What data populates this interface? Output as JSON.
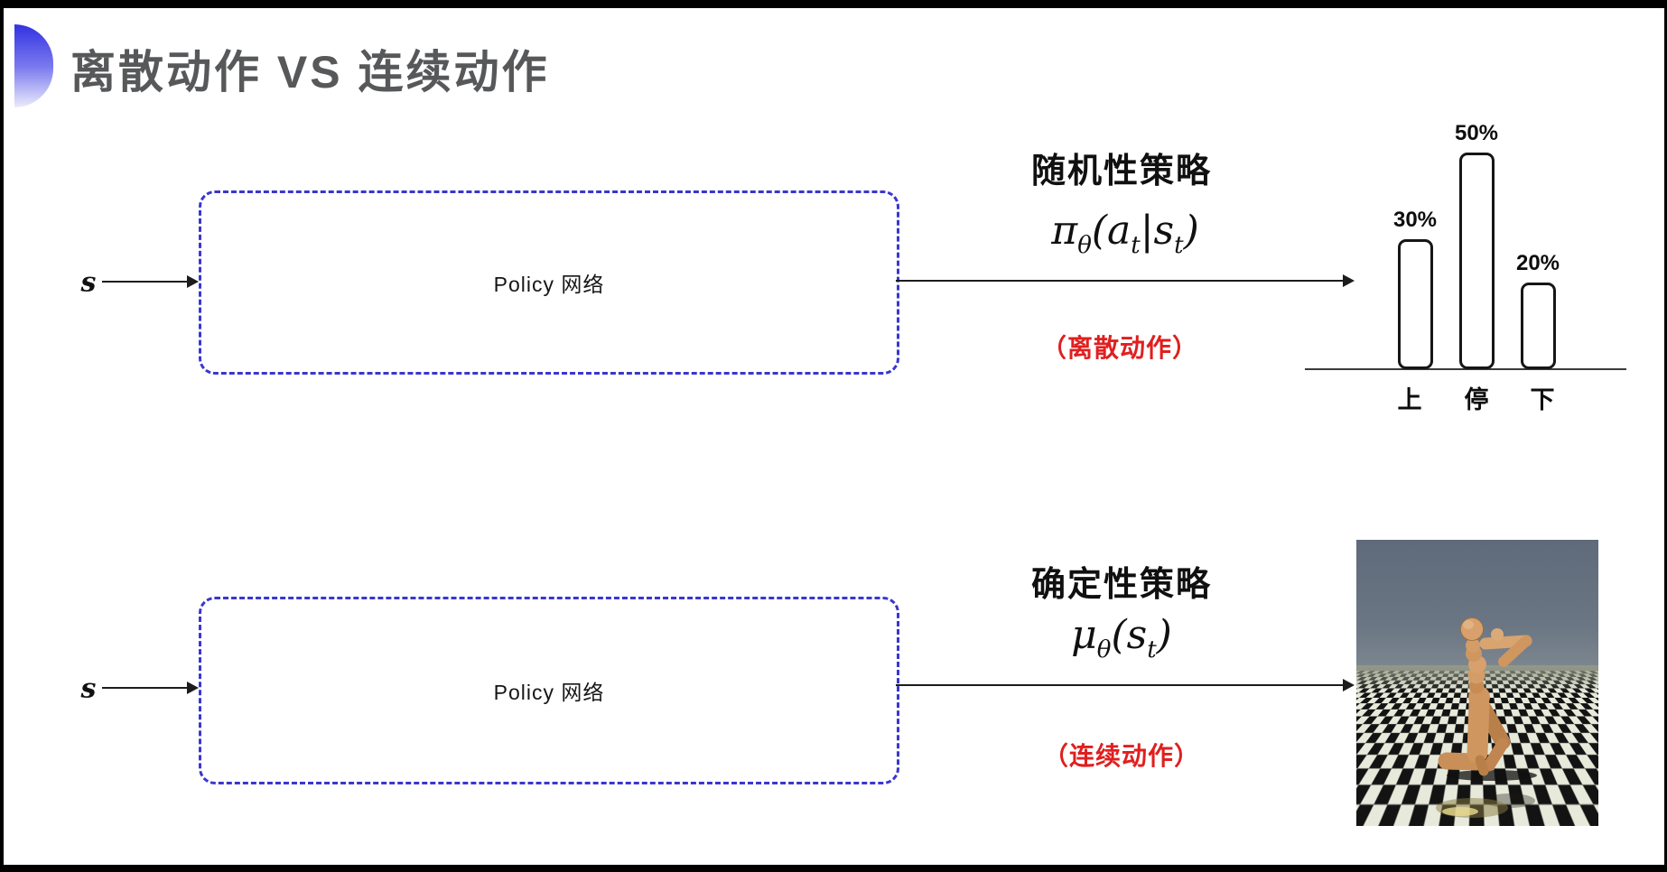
{
  "title": {
    "text": "离散动作 VS 连续动作",
    "color": "#57585a",
    "accent_color_top": "#3332e2",
    "accent_color_bottom": "#ecebfc"
  },
  "colors": {
    "box_border_blue": "#3a36cf",
    "note_red": "#e01f1f",
    "arrow_black": "#1c1c1c"
  },
  "top_flow": {
    "input_label": "s",
    "box_label": "Policy 网络",
    "policy_name": "随机性策略",
    "formula": {
      "head": "π",
      "head_sub": "θ",
      "seg1": "(a",
      "sub1": "t",
      "seg2": "|s",
      "sub2": "t",
      "seg3": ")"
    },
    "note": "（离散动作）"
  },
  "bottom_flow": {
    "input_label": "s",
    "box_label": "Policy 网络",
    "policy_name": "确定性策略",
    "formula": {
      "head": "μ",
      "head_sub": "θ",
      "seg1": "(s",
      "sub1": "t",
      "seg2": ")"
    },
    "note": "（连续动作）"
  },
  "chart_data": {
    "type": "bar",
    "categories": [
      "上",
      "停",
      "下"
    ],
    "values": [
      30,
      50,
      20
    ],
    "value_labels": [
      "30%",
      "50%",
      "20%"
    ],
    "title": "",
    "xlabel": "",
    "ylabel": "",
    "ylim": [
      0,
      55
    ],
    "grid": false,
    "legend": false,
    "bar_style": "white fill, black rounded outline"
  },
  "sim_image": {
    "description": "MuJoCo humanoid robot running on checkerboard floor",
    "sky_color": "#6b7684",
    "floor_dark": "#131313",
    "floor_light": "#e7eadb",
    "body_color": "#cf9660"
  }
}
